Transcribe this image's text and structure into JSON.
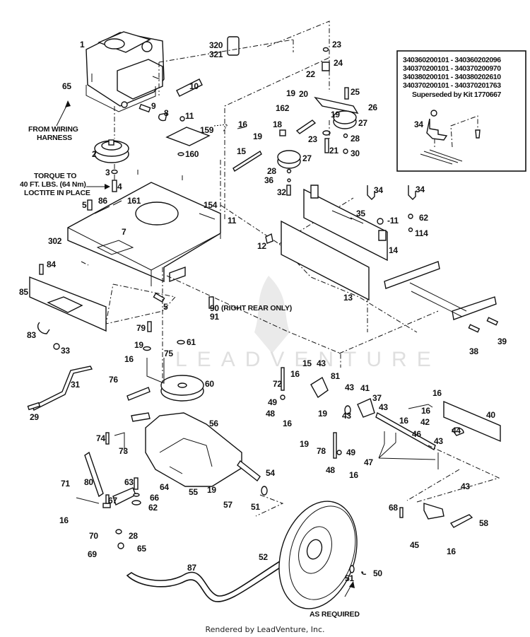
{
  "diagram": {
    "title": "Ground Drive / Transaxle Exploded Parts Diagram",
    "watermark": "LEADVENTURE",
    "footer": "Rendered by LeadVenture, Inc.",
    "notes": {
      "wiring_line1": "FROM WIRING",
      "wiring_line2": "HARNESS",
      "torque_line1": "TORQUE TO",
      "torque_line2": "40 FT. LBS. (64 Nm)",
      "torque_line3": "LOCTITE IN PLACE",
      "right_rear": "(RIGHT REAR ONLY)",
      "as_required": "AS REQUIRED"
    },
    "inset": {
      "serial_ranges": [
        "340360200101 - 340360202096",
        "340370200101 - 340370200970",
        "340380200101 - 340380202610",
        "340370200101 - 340370201763"
      ],
      "superseded": "Superseded by Kit 1770667",
      "part_label": "34"
    },
    "callouts": {
      "c1": "1",
      "c2": "2",
      "c3": "3",
      "c4": "4",
      "c5a": "5",
      "c5b": "5",
      "c7": "7",
      "c8": "8",
      "c9": "9",
      "c10": "10",
      "c11a": "11",
      "c11b": "11",
      "c11c": "-11",
      "c12": "12",
      "c13": "13",
      "c14": "14",
      "c15a": "15",
      "c15b": "15",
      "c16a": "16",
      "c16b": "16",
      "c16c": "16",
      "c16d": "16",
      "c16e": "16",
      "c16f": "16",
      "c16g": "16",
      "c16h": "16",
      "c16i": "16",
      "c16j": "16",
      "c18": "18",
      "c19a": "19",
      "c19b": "19",
      "c19c": "19",
      "c19d": "19",
      "c19e": "19",
      "c19f": "19",
      "c19g": "19",
      "c20": "20",
      "c21": "21",
      "c22": "22",
      "c23a": "23",
      "c23b": "23",
      "c24": "24",
      "c25": "25",
      "c26": "26",
      "c27a": "27",
      "c27b": "27",
      "c28a": "28",
      "c28b": "28",
      "c28c": "28",
      "c29": "29",
      "c30": "30",
      "c31": "31",
      "c32": "32",
      "c33": "33",
      "c34a": "34",
      "c34b": "34",
      "c35": "35",
      "c36": "36",
      "c37": "37",
      "c38": "38",
      "c39": "39",
      "c40": "40",
      "c41": "41",
      "c42": "42",
      "c43a": "43",
      "c43b": "43",
      "c43c": "43",
      "c43d": "43",
      "c43e": "43",
      "c43f": "43",
      "c44": "44",
      "c45": "45",
      "c46": "46",
      "c47": "47",
      "c48a": "48",
      "c48b": "48",
      "c49a": "49",
      "c49b": "49",
      "c50": "50",
      "c51a": "51",
      "c51b": "51",
      "c52": "52",
      "c54": "54",
      "c55": "55",
      "c56": "56",
      "c57": "57",
      "c58": "58",
      "c60": "60",
      "c61": "61",
      "c62a": "62",
      "c62b": "62",
      "c63": "63",
      "c64": "64",
      "c65a": "65",
      "c65b": "65",
      "c66": "66",
      "c67": "67",
      "c68": "68",
      "c69": "69",
      "c70": "70",
      "c71": "71",
      "c72": "72",
      "c73": "73",
      "c74": "74",
      "c75": "75",
      "c76": "76",
      "c78": "78",
      "c79": "79",
      "c80": "80",
      "c81": "81",
      "c83": "83",
      "c84": "84",
      "c85": "85",
      "c86": "86",
      "c87": "87",
      "c90": "90",
      "c91": "91",
      "c114": "114",
      "c154": "154",
      "c159": "159",
      "c160": "160",
      "c161": "161",
      "c162": "162",
      "c302": "302",
      "c320": "320",
      "c321": "321"
    }
  }
}
